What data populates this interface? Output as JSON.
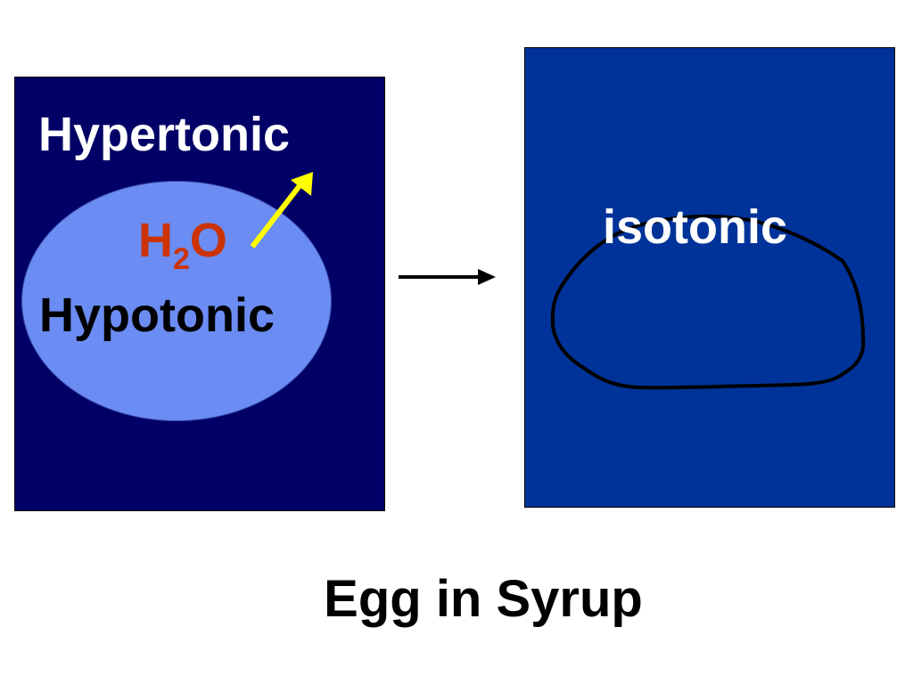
{
  "slide": {
    "caption": "Egg in Syrup"
  },
  "left_panel": {
    "outer_label": "Hypertonic",
    "inner_label": "Hypotonic",
    "molecule": {
      "main_1": "H",
      "subscript": "2",
      "main_2": "O"
    }
  },
  "right_panel": {
    "label": "isotonic"
  },
  "colors": {
    "left_panel_bg": "#000066",
    "right_panel_bg": "#003399",
    "egg_fill": "#6b8cf2",
    "molecule_text": "#cc3300",
    "diffusion_arrow": "#ffff00",
    "transition_arrow": "#000000",
    "egg_outline": "#000000"
  },
  "icons": {
    "diffusion_arrow": "arrow-up-right-icon",
    "transition_arrow": "arrow-right-icon"
  }
}
